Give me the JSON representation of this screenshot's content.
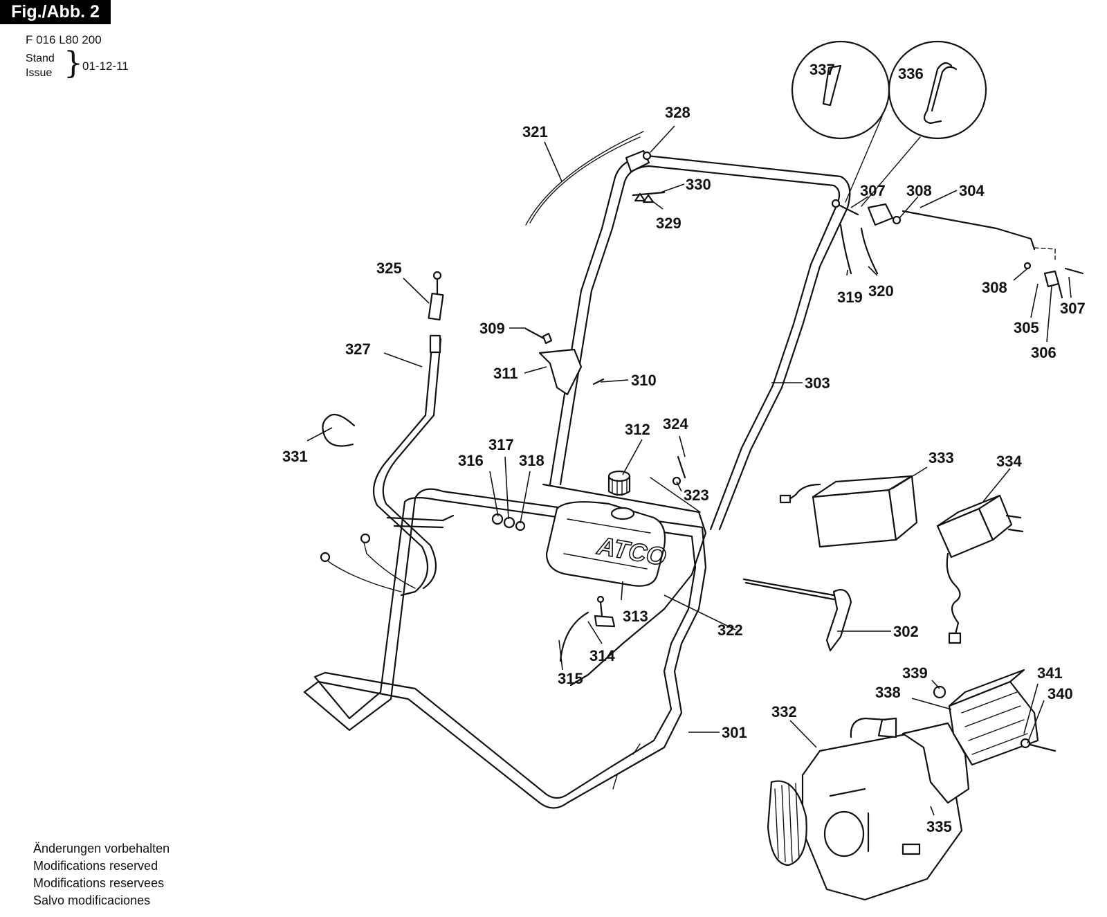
{
  "header": {
    "doc_number": "F 016 L80 200",
    "stand_label": "Stand",
    "issue_label": "Issue",
    "issue_date": "01-12-11",
    "figure_label": "Fig./Abb. 2"
  },
  "brand_on_tank": "ATCO",
  "footer_notes": [
    "Änderungen vorbehalten",
    "Modifications reserved",
    "Modifications reservees",
    "Salvo modificaciones"
  ],
  "part_callouts": [
    {
      "id": "c301",
      "label": "301"
    },
    {
      "id": "c302",
      "label": "302"
    },
    {
      "id": "c303",
      "label": "303"
    },
    {
      "id": "c304",
      "label": "304"
    },
    {
      "id": "c305",
      "label": "305"
    },
    {
      "id": "c306",
      "label": "306"
    },
    {
      "id": "c307a",
      "label": "307"
    },
    {
      "id": "c307b",
      "label": "307"
    },
    {
      "id": "c308a",
      "label": "308"
    },
    {
      "id": "c308b",
      "label": "308"
    },
    {
      "id": "c309",
      "label": "309"
    },
    {
      "id": "c310",
      "label": "310"
    },
    {
      "id": "c311",
      "label": "311"
    },
    {
      "id": "c312",
      "label": "312"
    },
    {
      "id": "c313",
      "label": "313"
    },
    {
      "id": "c314",
      "label": "314"
    },
    {
      "id": "c315",
      "label": "315"
    },
    {
      "id": "c316",
      "label": "316"
    },
    {
      "id": "c317",
      "label": "317"
    },
    {
      "id": "c318",
      "label": "318"
    },
    {
      "id": "c319",
      "label": "319"
    },
    {
      "id": "c320",
      "label": "320"
    },
    {
      "id": "c321",
      "label": "321"
    },
    {
      "id": "c322",
      "label": "322"
    },
    {
      "id": "c323",
      "label": "323"
    },
    {
      "id": "c324",
      "label": "324"
    },
    {
      "id": "c325",
      "label": "325"
    },
    {
      "id": "c327",
      "label": "327"
    },
    {
      "id": "c328",
      "label": "328"
    },
    {
      "id": "c329",
      "label": "329"
    },
    {
      "id": "c330",
      "label": "330"
    },
    {
      "id": "c331",
      "label": "331"
    },
    {
      "id": "c332",
      "label": "332"
    },
    {
      "id": "c333",
      "label": "333"
    },
    {
      "id": "c334",
      "label": "334"
    },
    {
      "id": "c335",
      "label": "335"
    },
    {
      "id": "c336",
      "label": "336"
    },
    {
      "id": "c337",
      "label": "337"
    },
    {
      "id": "c338",
      "label": "338"
    },
    {
      "id": "c339",
      "label": "339"
    },
    {
      "id": "c340",
      "label": "340"
    },
    {
      "id": "c341",
      "label": "341"
    }
  ]
}
